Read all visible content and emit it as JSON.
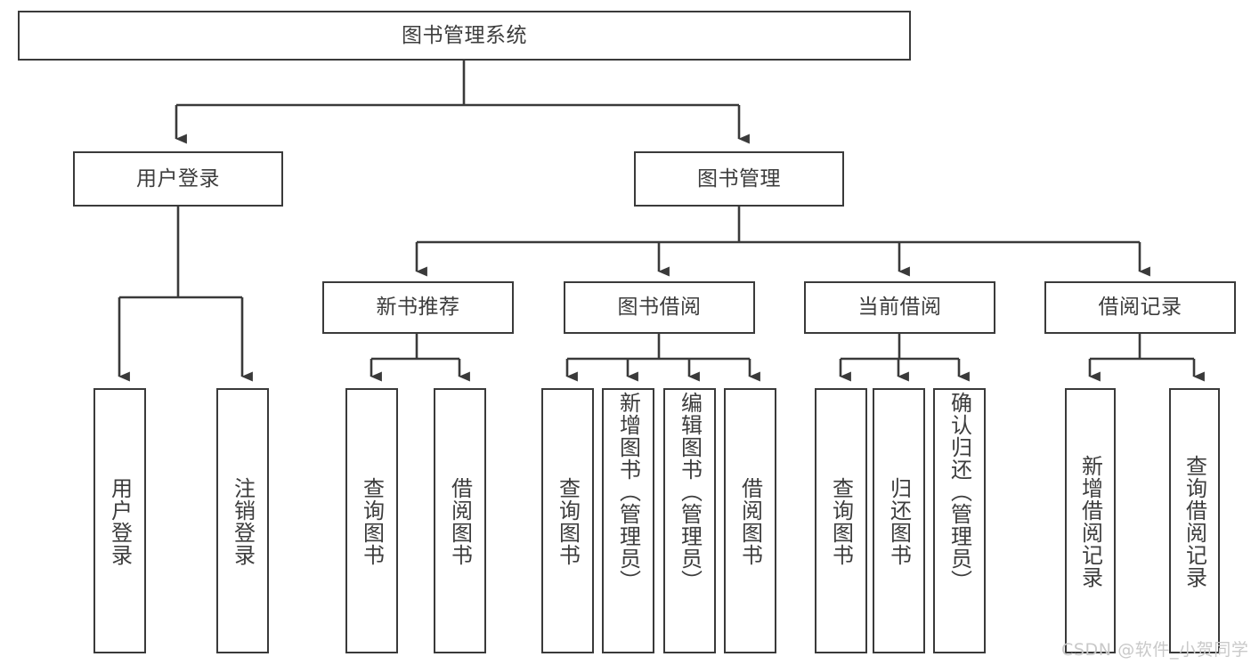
{
  "diagram": {
    "title": "图书管理系统",
    "root": {
      "id": "root",
      "label": "图书管理系统"
    },
    "level2": [
      {
        "id": "user-login",
        "label": "用户登录"
      },
      {
        "id": "book-management",
        "label": "图书管理"
      }
    ],
    "level3": [
      {
        "id": "new-book-recommend",
        "label": "新书推荐"
      },
      {
        "id": "book-borrow",
        "label": "图书借阅"
      },
      {
        "id": "current-borrow",
        "label": "当前借阅"
      },
      {
        "id": "borrow-record",
        "label": "借阅记录"
      }
    ],
    "leaves": [
      {
        "id": "leaf-user-login",
        "label": "用户登录",
        "parent": "user-login"
      },
      {
        "id": "leaf-logout-login",
        "label": "注销登录",
        "parent": "user-login"
      },
      {
        "id": "leaf-query-book-1",
        "label": "查询图书",
        "parent": "new-book-recommend"
      },
      {
        "id": "leaf-borrow-book-1",
        "label": "借阅图书",
        "parent": "new-book-recommend"
      },
      {
        "id": "leaf-query-book-2",
        "label": "查询图书",
        "parent": "book-borrow"
      },
      {
        "id": "leaf-add-book",
        "label": "新增图书（管理员）",
        "parent": "book-borrow"
      },
      {
        "id": "leaf-edit-book",
        "label": "编辑图书（管理员）",
        "parent": "book-borrow"
      },
      {
        "id": "leaf-borrow-book-2",
        "label": "借阅图书",
        "parent": "book-borrow"
      },
      {
        "id": "leaf-query-book-3",
        "label": "查询图书",
        "parent": "current-borrow"
      },
      {
        "id": "leaf-return-book",
        "label": "归还图书",
        "parent": "current-borrow"
      },
      {
        "id": "leaf-confirm-return",
        "label": "确认归还（管理员）",
        "parent": "current-borrow"
      },
      {
        "id": "leaf-add-record",
        "label": "新增借阅记录",
        "parent": "borrow-record"
      },
      {
        "id": "leaf-query-record",
        "label": "查询借阅记录",
        "parent": "borrow-record"
      }
    ]
  },
  "watermark": {
    "text": "CSDN @软件_小贺同学"
  },
  "colors": {
    "stroke": "#3a3a3a",
    "text": "#3d3d3d",
    "background": "#ffffff",
    "watermark": "#c9c9c9"
  }
}
